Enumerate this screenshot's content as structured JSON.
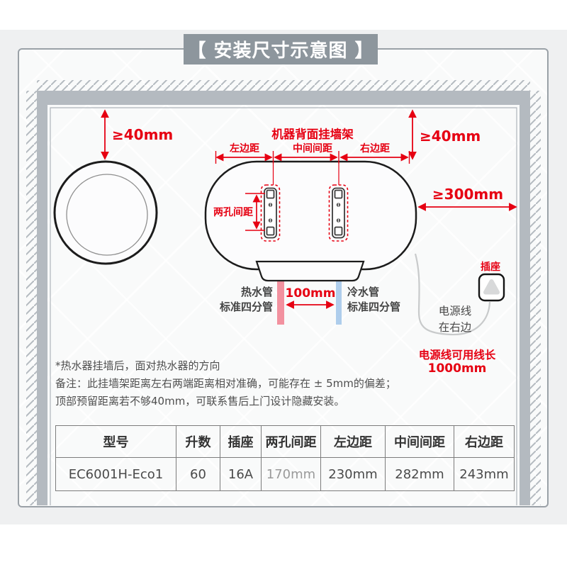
{
  "page": {
    "title_badge": "【 安装尺寸示意图 】"
  },
  "diagram": {
    "clearance_top_left": "≥40mm",
    "clearance_top_right": "≥40mm",
    "clearance_right": "≥300mm",
    "bracket_title": "机器背面挂墙架",
    "left_margin_label": "左边距",
    "middle_spacing_label": "中间间距",
    "right_margin_label": "右边距",
    "hole_spacing_label": "两孔间距",
    "hot_pipe_line1": "热水管",
    "hot_pipe_line2": "标准四分管",
    "pipe_gap": "100mm",
    "cold_pipe_line1": "冷水管",
    "cold_pipe_line2": "标准四分管",
    "socket_label": "插座",
    "cord_note_line1": "电源线",
    "cord_note_line2": "在右边",
    "cord_length_line1": "电源线可用线长",
    "cord_length_line2": "1000mm"
  },
  "notes": {
    "line1": "*热水器挂墙后，面对热水器的方向",
    "line2": "备注：此挂墙架距离左右两端距离相对准确，可能存在 ± 5mm的偏差；",
    "line3": "顶部预留距离若不够40mm，可联系售后上门设计隐藏安装。"
  },
  "spec_table": {
    "headers": [
      "型号",
      "升数",
      "插座",
      "两孔间距",
      "左边距",
      "中间间距",
      "右边距"
    ],
    "row": [
      "EC6001H-Eco1",
      "60",
      "16A",
      "170mm",
      "230mm",
      "282mm",
      "243mm"
    ]
  },
  "colors": {
    "accent_red": "#e60012",
    "wall_gray": "#b4bac0",
    "badge_gray": "#8d969d",
    "hot_pipe_red": "#f2919f",
    "cold_pipe_blue": "#aecdec",
    "cord_gray": "#c8cacb"
  }
}
